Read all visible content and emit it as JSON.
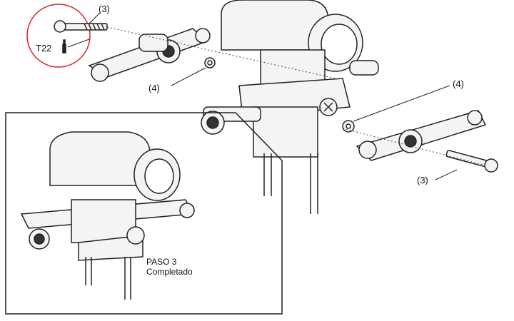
{
  "callouts": {
    "screw_top": "(3)",
    "tool": "T22",
    "washer_left": "(4)",
    "washer_right": "(4)",
    "screw_right": "(3)"
  },
  "inset": {
    "step": "PASO 3",
    "status": "Completado"
  },
  "colors": {
    "highlight_circle": "#d9252a",
    "line": "#222222",
    "fill": "#f2f2f2"
  }
}
